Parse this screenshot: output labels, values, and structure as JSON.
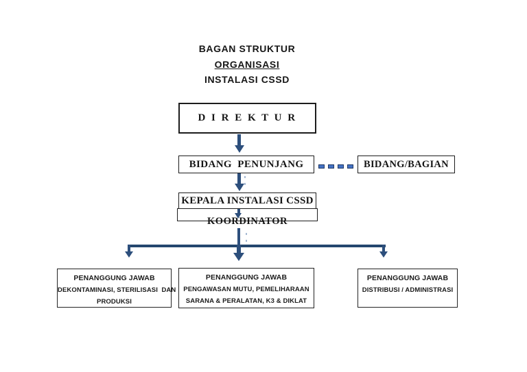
{
  "title": {
    "line1": "BAGAN STRUKTUR",
    "line2": "ORGANISASI",
    "line3": "INSTALASI CSSD"
  },
  "colors": {
    "arrow": "#2d4f7c",
    "branch_line": "#24466e",
    "dash_fill": "#4472c4",
    "dash_border": "#1f3864",
    "box_border": "#1c1c1c",
    "background": "#ffffff"
  },
  "nodes": {
    "direktur": {
      "label": "D I R E K T U R"
    },
    "bidang_penunjang": {
      "label": "BIDANG  PENUNJANG"
    },
    "bidang_bagian": {
      "label": "BIDANG/BAGIAN"
    },
    "kepala_instalasi": {
      "label": "KEPALA INSTALASI CSSD"
    },
    "koordinator": {
      "label": "KOORDINATOR"
    },
    "pj_dekontaminasi": {
      "line1": "PENANGGUNG JAWAB",
      "line2": "DEKONTAMINASI, STERILISASI  DAN",
      "line3": "PRODUKSI"
    },
    "pj_pengawasan": {
      "line1": "PENANGGUNG JAWAB",
      "line2": "PENGAWASAN MUTU, PEMELIHARAAN",
      "line3": "SARANA & PERALATAN, K3 & DIKLAT"
    },
    "pj_distribusi": {
      "line1": "PENANGGUNG JAWAB",
      "line2": "DISTRIBUSI / ADMINISTRASI"
    }
  }
}
